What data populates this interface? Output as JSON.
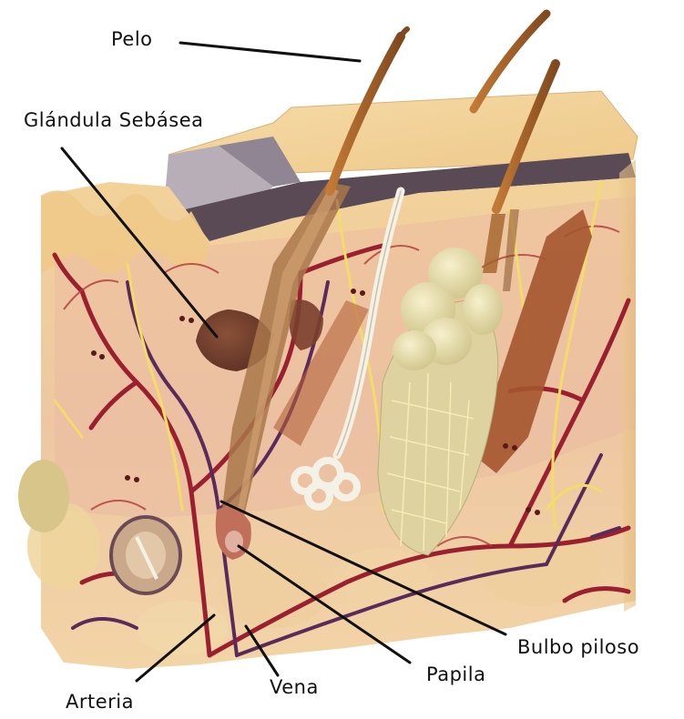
{
  "labels": {
    "hair": "Pelo",
    "sebaceous_gland": "Glándula Sebásea",
    "hair_bulb": "Bulbo piloso",
    "papilla": "Papila",
    "vein": "Vena",
    "artery": "Arteria"
  },
  "colors": {
    "leader_line": "#111111",
    "skin_base": "#f1cf9a",
    "epidermis": "#e9c27e",
    "dermis_pink": "#e8b7a2",
    "stratum_dark": "#5a4a55",
    "hair_brown": "#a8642a",
    "vessel_red": "#9a2030",
    "vessel_purple": "#5a2a5a",
    "nerve_yellow": "#f3dc6a",
    "sweat_gland_white": "#f4f1e6",
    "fat_lobe": "#ece3b0",
    "gland_dark": "#6b3b2c"
  }
}
